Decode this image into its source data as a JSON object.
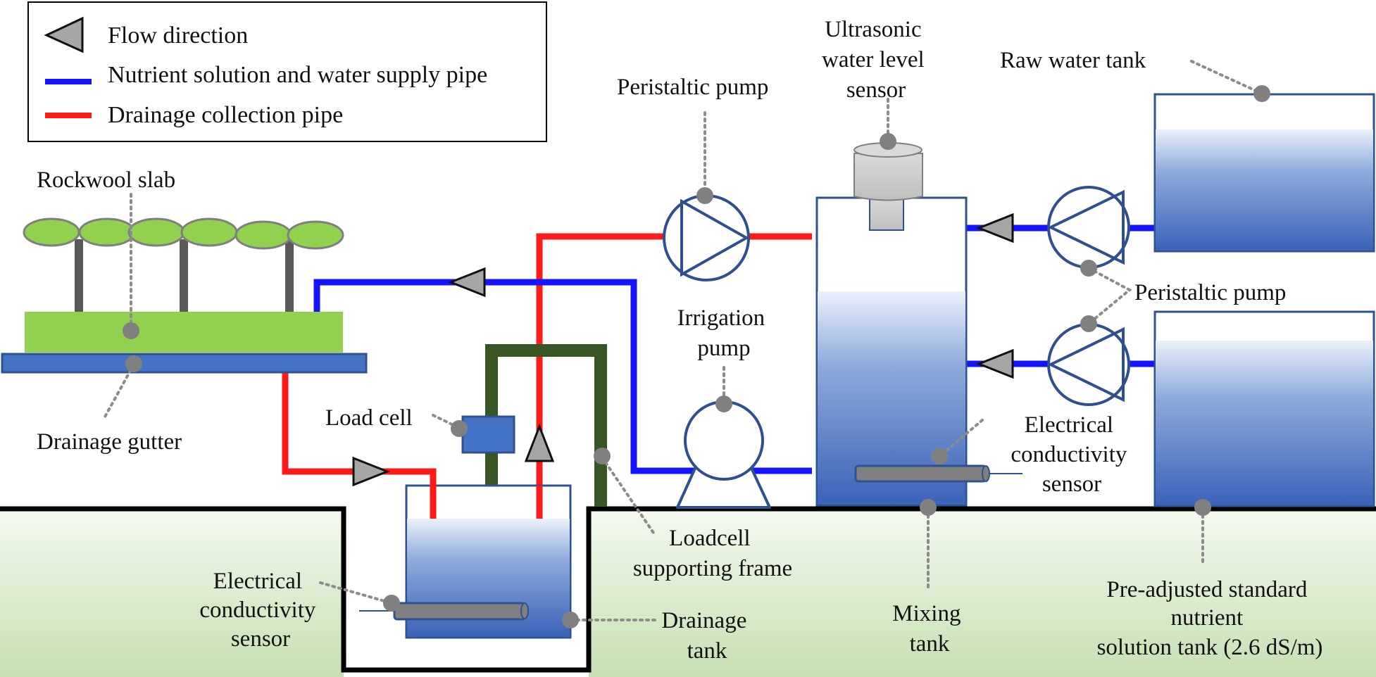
{
  "legend": {
    "flow_direction": "Flow direction",
    "supply_pipe": "Nutrient solution and water supply pipe",
    "drainage_pipe": "Drainage collection pipe"
  },
  "labels": {
    "rockwool_slab": "Rockwool slab",
    "drainage_gutter": "Drainage gutter",
    "load_cell": "Load cell",
    "peristaltic_pump_top": "Peristaltic pump",
    "ultrasonic_sensor": [
      "Ultrasonic",
      "water level",
      "sensor"
    ],
    "raw_water_tank": "Raw water tank",
    "peristaltic_pump_right": "Peristaltic pump",
    "irrigation_pump": [
      "Irrigation",
      "pump"
    ],
    "ec_sensor_right": [
      "Electrical",
      "conductivity",
      "sensor"
    ],
    "ec_sensor_left": [
      "Electrical",
      "conductivity",
      "sensor"
    ],
    "loadcell_frame": [
      "Loadcell",
      "supporting frame"
    ],
    "drainage_tank": [
      "Drainage",
      "tank"
    ],
    "mixing_tank": [
      "Mixing",
      "tank"
    ],
    "standard_tank": [
      "Pre-adjusted standard",
      "nutrient",
      "solution tank (2.6 dS/m)"
    ]
  },
  "colors": {
    "supply_pipe": "#1414ff",
    "drainage_pipe": "#ff1a1a",
    "frame": "#375623",
    "rockwool": "#92d050",
    "gutter": "#4472c4",
    "ground": "#e2efd9"
  },
  "icons": {
    "flow_arrow": "triangle-arrow-icon",
    "pump": "pump-icon"
  }
}
